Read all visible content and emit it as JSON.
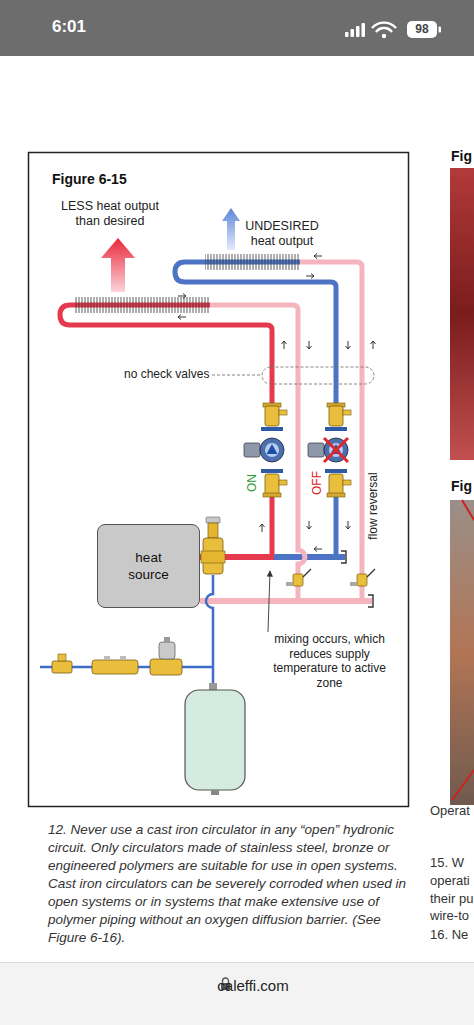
{
  "diagram": {
    "title": "Figure 6-15",
    "nodes": [
      {
        "text": [
          "heat source"
        ]
      }
    ],
    "labels": [
      "6:01",
      "98",
      "LESS heat output than desired",
      "UNDESIRED heat output",
      "no check valves",
      "ON",
      "OFF",
      "flow reversal",
      "mixing occurs, which reduces supply temperature to active zone",
      "12. Never use a cast iron circulator in any “open” hydronic circuit. Only circulators made of stainless steel, bronze or engineered polymers are suitable for use in open systems. Cast iron circulators can be severely corroded when used in open systems or in systems that make extensive use of polymer piping without an oxygen diffusion barrier. (See Figure 6-16).",
      "Fig",
      "Fig",
      "Operat",
      "15. W",
      "operati",
      "their pu",
      "wire-to",
      "16. Ne",
      "caleffi.com"
    ]
  }
}
